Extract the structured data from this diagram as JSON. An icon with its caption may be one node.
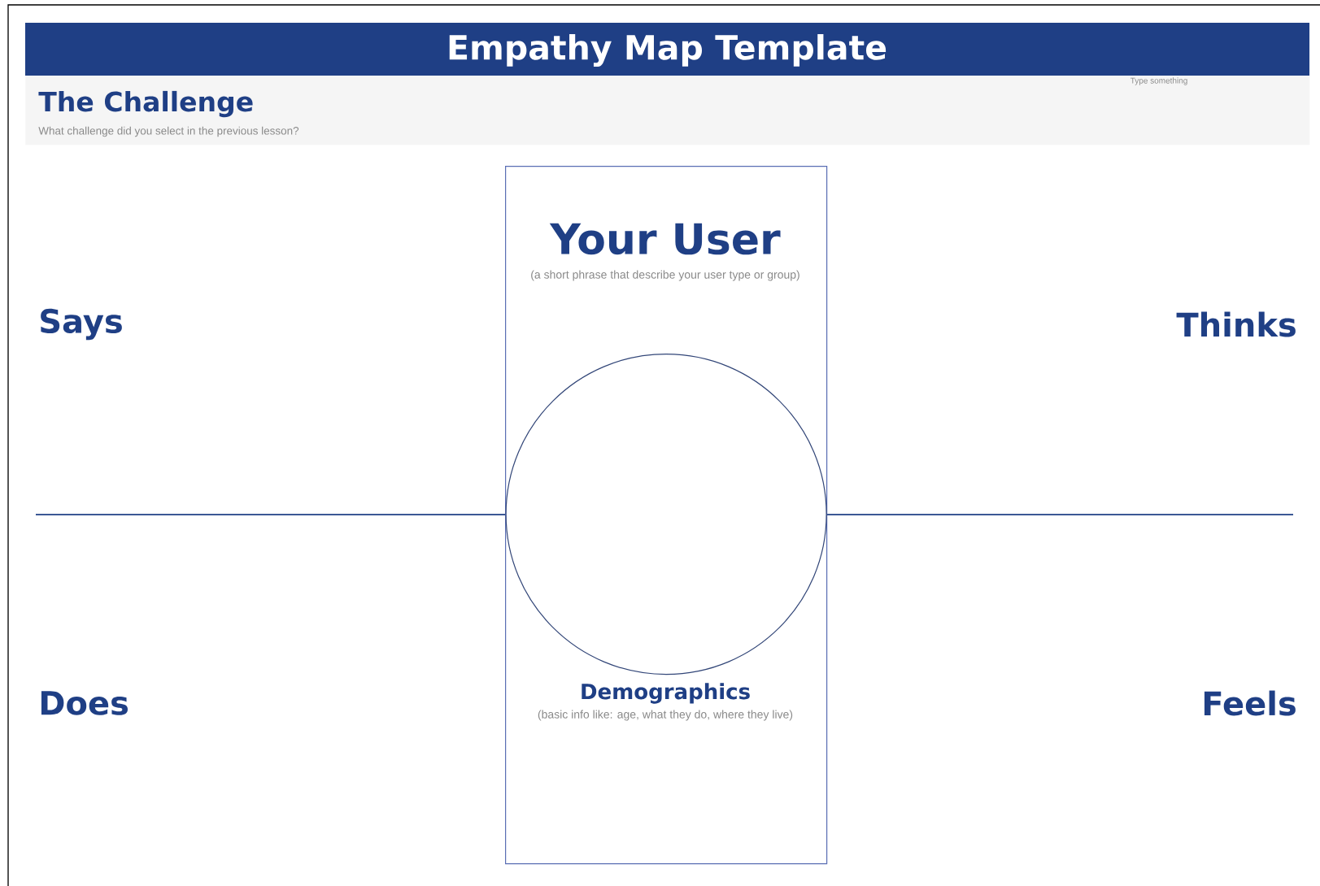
{
  "diagram": {
    "title": "Empathy Map Template",
    "nodes": [
      {
        "text": [
          "The Challenge",
          "What challenge did you select in the previous lesson?"
        ]
      },
      {
        "text": [
          "Your User",
          "(a short phrase that describe your user type or group)",
          "Demographics",
          "(basic info like: age, what they do, where they live)"
        ]
      },
      {
        "text": [],
        "shape": "circle",
        "in": 1
      }
    ],
    "edges": [],
    "labels": [
      "Type something",
      "Says",
      "Thinks",
      "Does",
      "Feels"
    ]
  }
}
